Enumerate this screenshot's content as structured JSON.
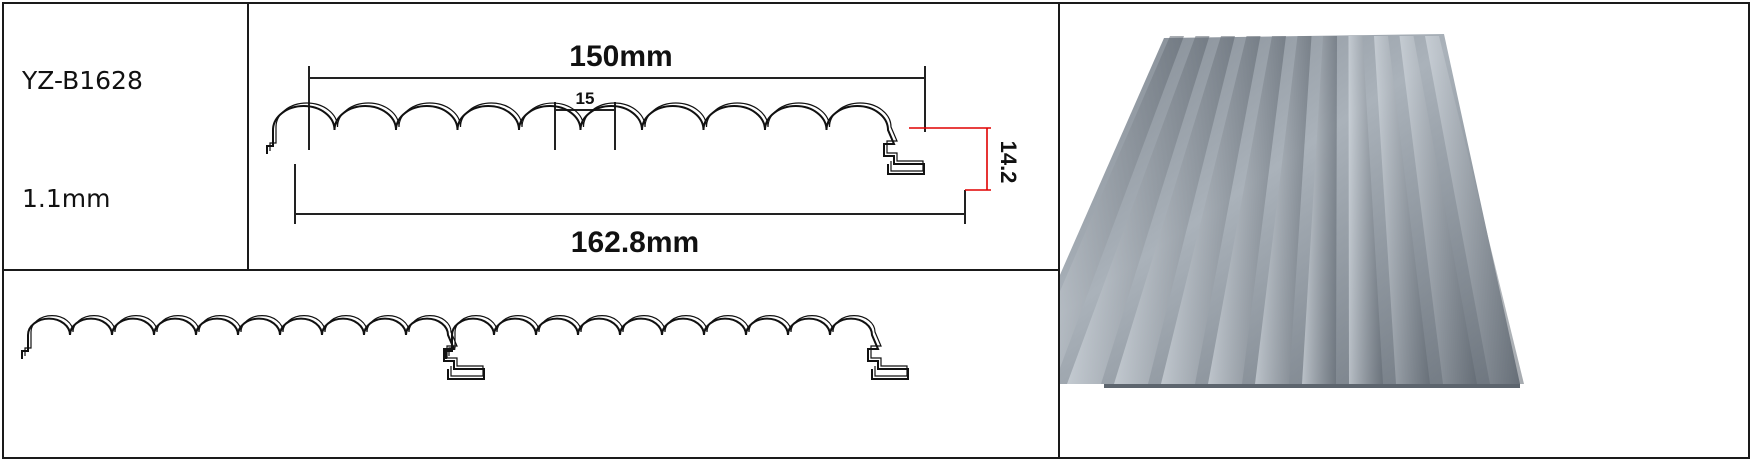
{
  "product": {
    "model": "YZ-B1628",
    "thickness": "1.1mm"
  },
  "profile_drawing": {
    "overall_width_label": "162.8mm",
    "effective_width_label": "150mm",
    "pitch_label": "15",
    "height_label": "14.2",
    "ribs_per_panel": 10
  },
  "joint_drawing": {
    "panels_shown": 2
  },
  "colors": {
    "line": "#111111",
    "dimension_line": "#222222",
    "height_dimension": "#e00000",
    "panel_light": "#c9cfd6",
    "panel_dark": "#6f7780"
  }
}
